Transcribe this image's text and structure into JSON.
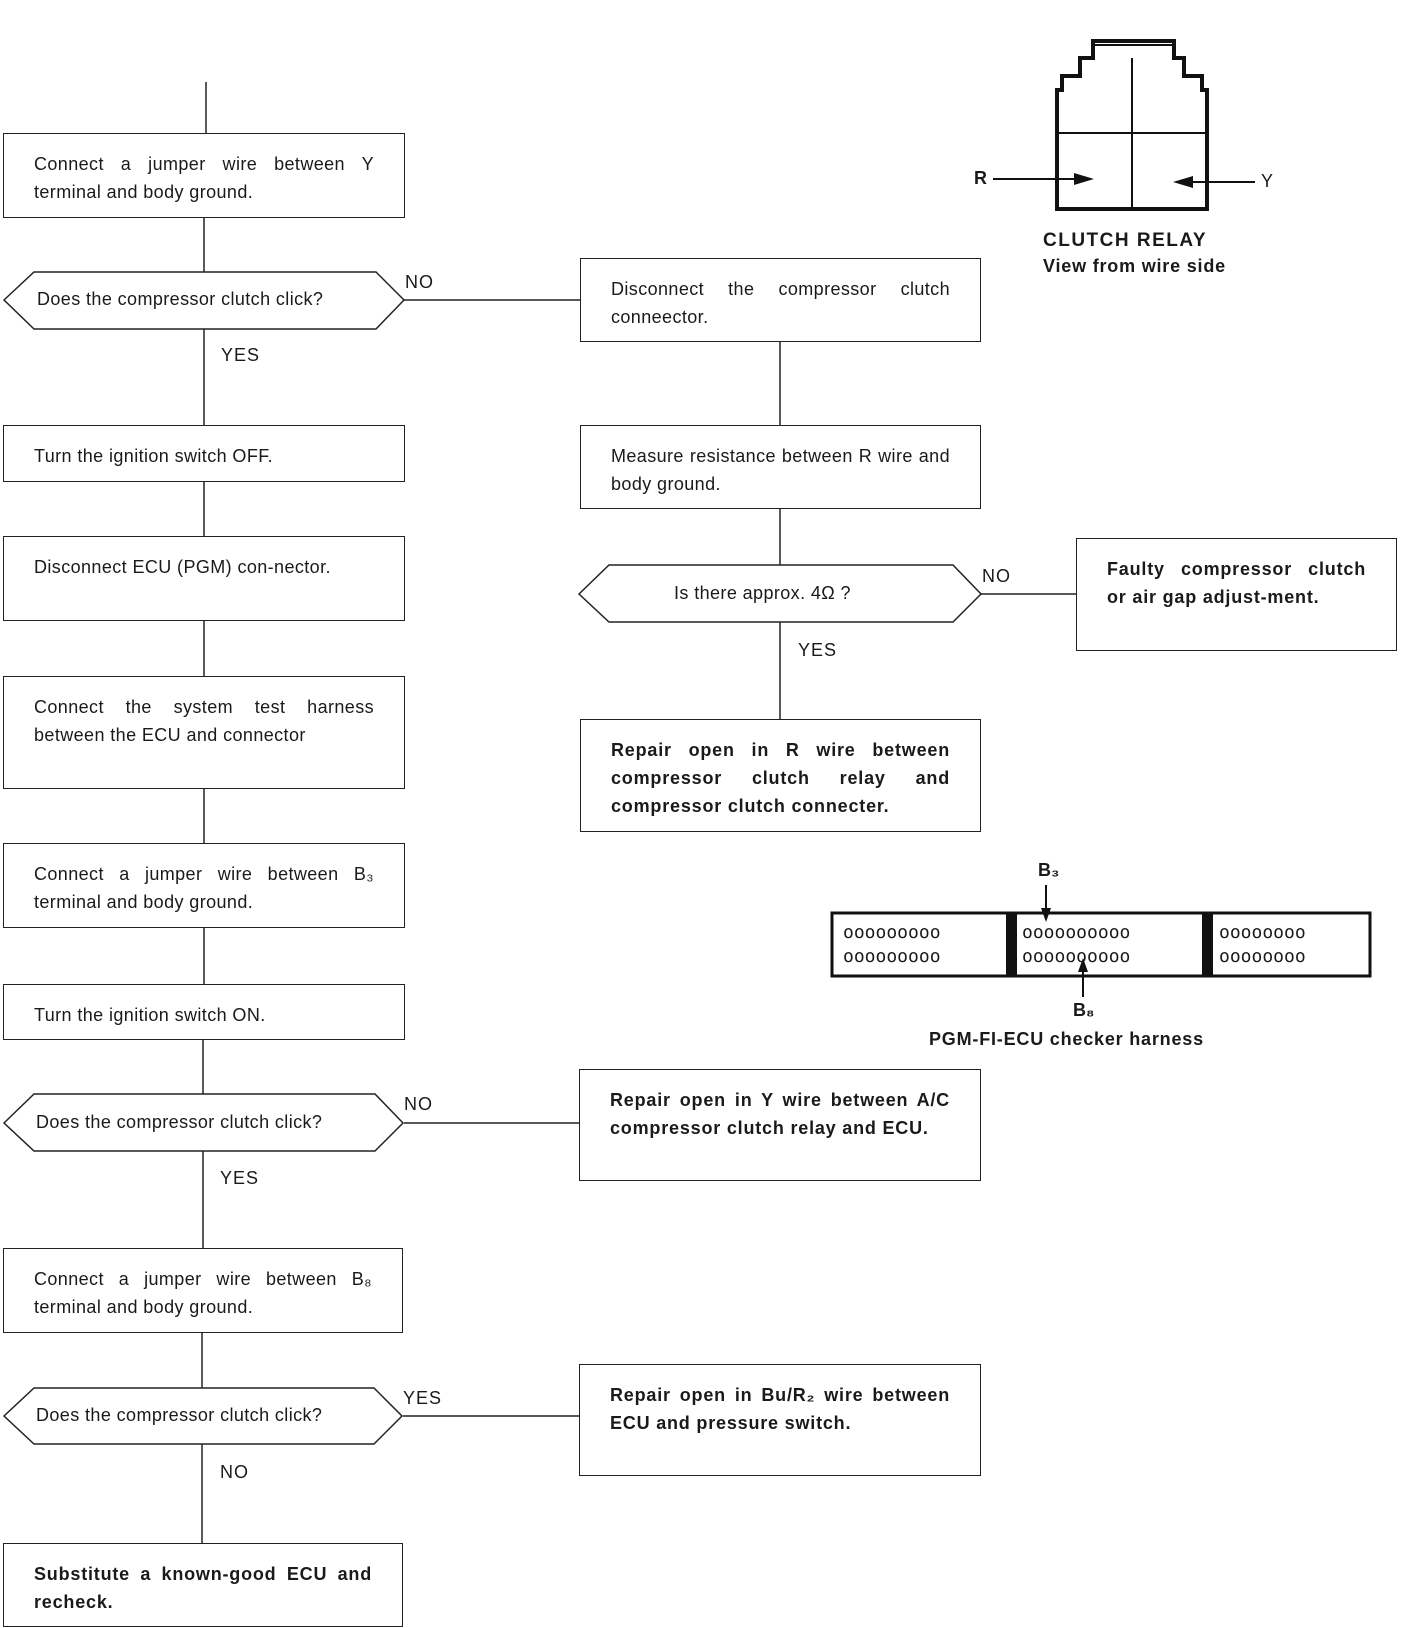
{
  "flowchart": {
    "left": {
      "step1": "Connect a jumper wire between Y terminal and body ground.",
      "decision1": "Does the compressor clutch click?",
      "step2": "Turn the ignition switch OFF.",
      "step3": "Disconnect ECU (PGM) con-nector.",
      "step4": "Connect the system test harness between the ECU and connector",
      "step5": "Connect a jumper wire between B₃ terminal and body ground.",
      "step6": "Turn the ignition switch ON.",
      "decision2": "Does the compressor clutch click?",
      "step7": "Connect a jumper wire between B₈ terminal and body ground.",
      "decision3": "Does the compressor clutch click?",
      "step8": "Substitute a known-good ECU and recheck."
    },
    "right": {
      "step1": "Disconnect the compressor clutch conneector.",
      "step2": "Measure resistance between R wire and body ground.",
      "decision1": "Is there approx. 4Ω ?",
      "faulty": "Faulty compressor clutch or air gap adjust-ment.",
      "repair_r": "Repair open in R wire between compressor clutch relay and compressor clutch connecter.",
      "repair_y": "Repair open in Y wire between A/C compressor clutch relay and ECU.",
      "repair_bu": "Repair open in Bu/R₂ wire between ECU and pressure switch."
    },
    "labels": {
      "no": "NO",
      "yes": "YES"
    }
  },
  "relay": {
    "title": "CLUTCH RELAY",
    "subtitle": "View from wire side",
    "left_pin": "R",
    "right_pin": "Y"
  },
  "harness": {
    "caption": "PGM-FI-ECU checker harness",
    "b3": "B₃",
    "b8": "B₈",
    "seg1_row1": "ooooooooo",
    "seg1_row2": "ooooooooo",
    "seg2_row1": "oooooooooo",
    "seg2_row2": "oooooooooo",
    "seg3_row1": "oooooooo",
    "seg3_row2": "oooooooo"
  }
}
